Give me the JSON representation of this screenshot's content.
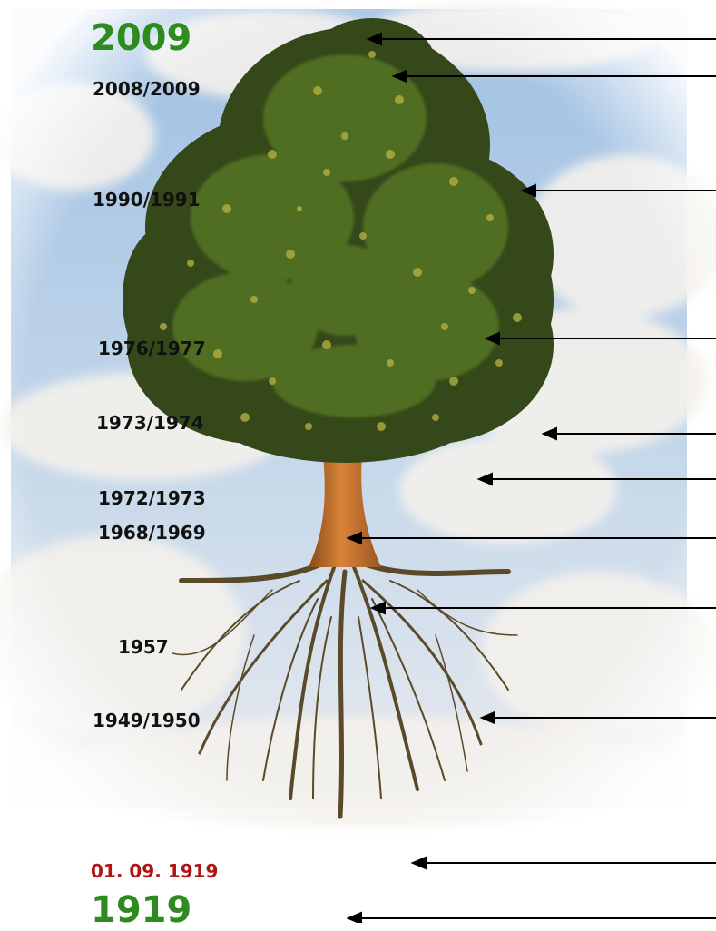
{
  "colors": {
    "sky": "#a9c7e6",
    "cloud": "#f2efe9",
    "canopy": "#3f5a1c",
    "leaf_highlight": "#b8b443",
    "trunk": "#c9702b",
    "root": "#5a4a2a",
    "label_text": "#111111",
    "year_green": "#2e8b1f",
    "date_red": "#b21414",
    "arrow": "#000000"
  },
  "labels": {
    "top_year": "2009",
    "y2008": "2008/2009",
    "y1990": "1990/1991",
    "y1976": "1976/1977",
    "y1973": "1973/1974",
    "y1972": "1972/1973",
    "y1968": "1968/1969",
    "y1957": "1957",
    "y1949": "1949/1950",
    "founding_date": "01. 09. 1919",
    "bottom_year": "1919"
  },
  "arrows": [
    {
      "id": "arrow-2009"
    },
    {
      "id": "arrow-2008"
    },
    {
      "id": "arrow-1990"
    },
    {
      "id": "arrow-1976"
    },
    {
      "id": "arrow-1973"
    },
    {
      "id": "arrow-1972"
    },
    {
      "id": "arrow-1968"
    },
    {
      "id": "arrow-1957"
    },
    {
      "id": "arrow-1949"
    },
    {
      "id": "arrow-1919-date"
    },
    {
      "id": "arrow-1919"
    }
  ]
}
